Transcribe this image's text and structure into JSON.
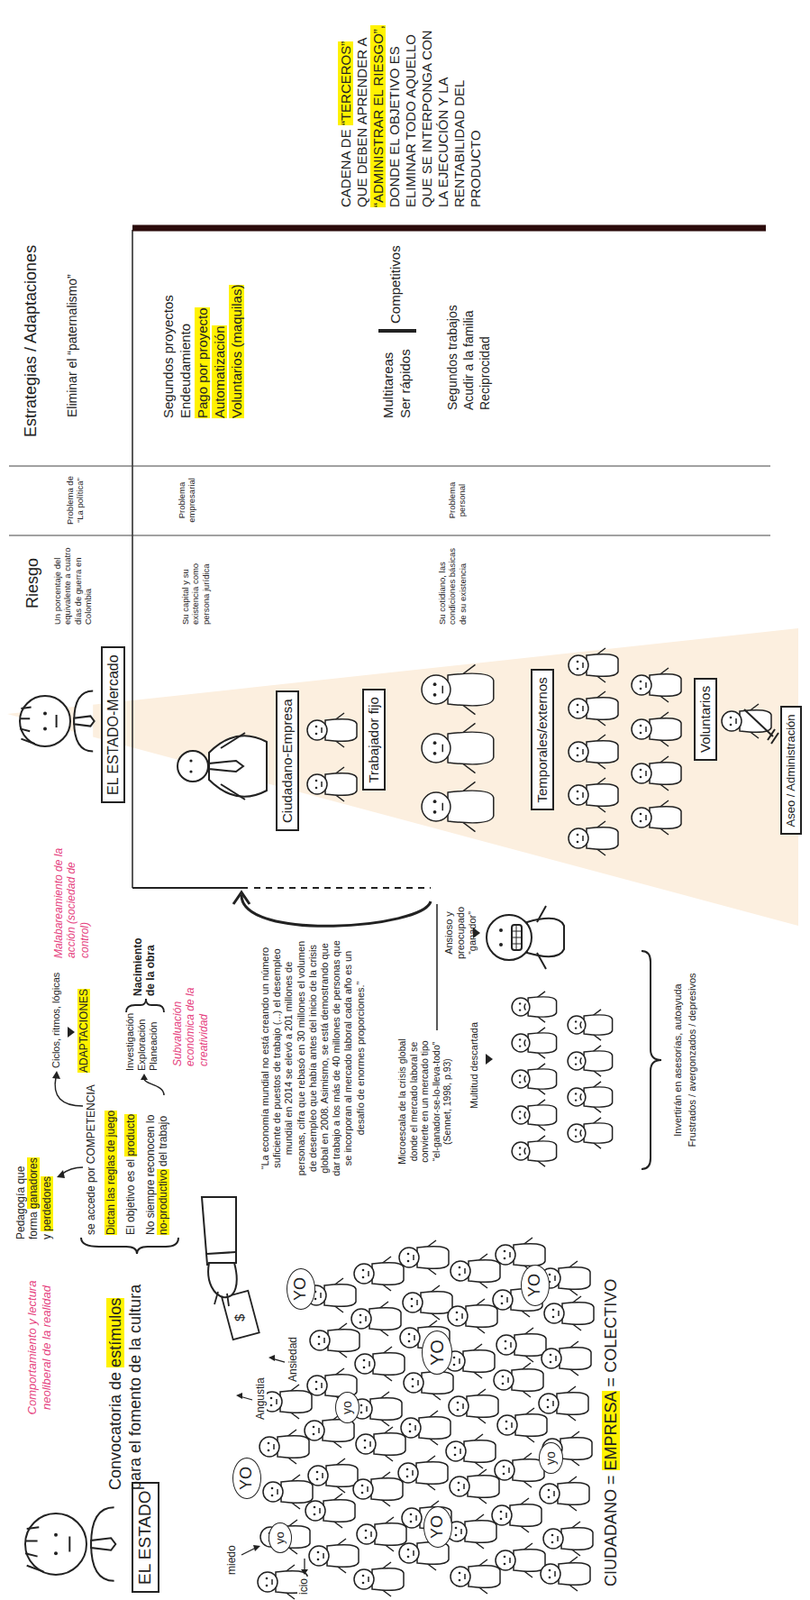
{
  "diagram": {
    "nodes": [
      {
        "text": [
          "EL ESTADO"
        ]
      },
      {
        "text": [
          "yo"
        ]
      },
      {
        "text": [
          "YO"
        ]
      },
      {
        "text": [
          "YO"
        ]
      },
      {
        "text": [
          "yo"
        ]
      },
      {
        "text": [
          "YO"
        ]
      },
      {
        "text": [
          "YO"
        ]
      },
      {
        "text": [
          "YO"
        ]
      },
      {
        "text": [
          "yo"
        ]
      },
      {
        "text": [
          "EL ESTADO-Mercado"
        ]
      },
      {
        "text": [
          "Ciudadano-Empresa"
        ]
      },
      {
        "text": [
          "Trabajador fijo"
        ]
      },
      {
        "text": [
          "Temporales/externos"
        ]
      },
      {
        "text": [
          "Voluntarios"
        ]
      },
      {
        "text": [
          "Aseo / Administración"
        ]
      }
    ],
    "labels": [
      "Comportamiento y lectura neoliberal de la realidad",
      "Convocatoria de",
      "estímulos",
      "para el fomento de la cultura",
      "Pedagogía que forma",
      "ganadores",
      "y",
      "perdedores",
      "se accede por COMPETENCIA",
      "Dictan las reglas de juego",
      "El objetivo es el",
      "producto",
      "No siempre reconocen lo",
      "no-productivo",
      "del trabajo",
      "Ciclos, ritmos, lógicas",
      "ADAPTACIONES",
      "Investigación Exploración Planeación",
      "Nacimiento de la obra",
      "Subvaluación económica de la creatividad",
      "Malabareamiento de la acción (sociedad de control)",
      "“La economía mundial no está creando un número suficiente de puestos de trabajo (...) el desempleo mundial en 2014 se elevó a 201 millones de personas, cifra que rebasó en 30 millones el volumen de desempleo que había antes del inicio de la crisis global en 2008. Asimismo, se está demostrando que dar trabajo a los más de 40 millones de personas que se incorporan al mercado laboral cada año es un desafío de enormes proporciones.”",
      "Microescala de la crisis global donde el mercado laboral se convierte en un mercado tipo “el-ganador-se-lo-lleva-todo” (Sennet, 1998, p.93)",
      "Ansioso y preocupado “ganador”",
      "Multitud descartada",
      "Invertirán en asesorías, autoayuda",
      "Frustrados / avergonzados / depresivos",
      "CIUDADANO =",
      "EMPRESA",
      "= COLECTIVO",
      "$",
      "miedo",
      "icio",
      "Angustia",
      "Ansiedad",
      "Riesgo",
      "Un porcentaje del equivalente a cuatro días de guerra en Colombia",
      "Problema de “La política”",
      "Problema empresarial",
      "Problema personal",
      "Su capital y su existencia como persona jurídica",
      "Su cotidiano, las condiciones básicas de su existencia",
      "Estrategias / Adaptaciones",
      "Eliminar el “paternalismo”",
      "Segundos proyectos",
      "Endeudamiento",
      "Pago por proyecto",
      "Automatización",
      "Voluntarios (maquilas)",
      "Multitareas",
      "Ser rápidos",
      "Competitivos",
      "Segundos trabajos",
      "Acudir a la familia",
      "Reciprocidad",
      "CADENA DE",
      "“TERCEROS”",
      "QUE DEBEN APRENDER A",
      "“ADMINISTRAR EL RIESGO”,",
      "DONDE EL OBJETIVO ES ELIMINAR TODO AQUELLO QUE SE INTERPONGA CON LA EJECUCIÓN Y LA RENTABILIDAD DEL PRODUCTO"
    ]
  }
}
